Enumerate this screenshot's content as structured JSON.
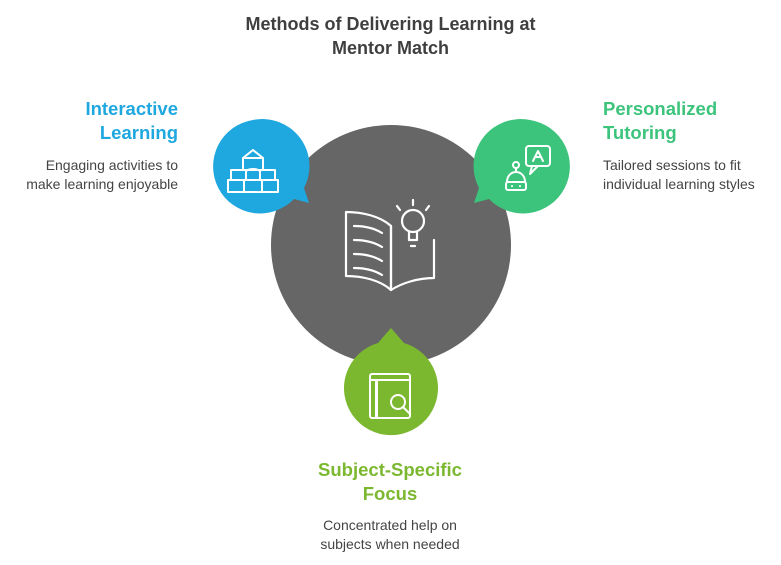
{
  "title": {
    "line1": "Methods of Delivering Learning at",
    "line2": "Mentor Match"
  },
  "colors": {
    "center": "#666666",
    "interactive": "#1fa8e0",
    "personalized": "#3cc47c",
    "subject": "#7cb82f",
    "title": "#3f3f3f",
    "description": "#444444"
  },
  "interactive_learning": {
    "heading_line1": "Interactive",
    "heading_line2": "Learning",
    "desc_line1": "Engaging activities to",
    "desc_line2": "make learning enjoyable",
    "icon": "building-blocks-icon"
  },
  "personalized_tutoring": {
    "heading_line1": "Personalized",
    "heading_line2": "Tutoring",
    "desc_line1": "Tailored sessions to fit",
    "desc_line2": "individual learning styles",
    "icon": "robot-tutor-icon"
  },
  "subject_focus": {
    "heading_line1": "Subject-Specific",
    "heading_line2": "Focus",
    "desc_line1": "Concentrated help on",
    "desc_line2": "subjects when needed",
    "icon": "book-search-icon"
  },
  "center": {
    "icon": "book-lightbulb-icon"
  }
}
